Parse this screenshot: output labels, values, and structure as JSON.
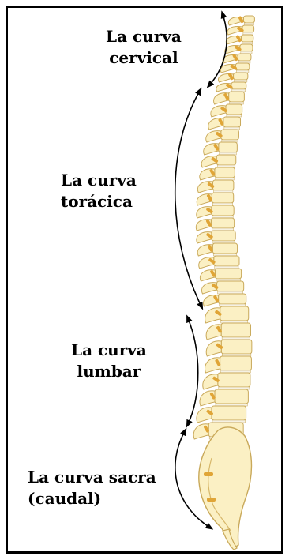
{
  "labels": {
    "cervical": {
      "line1": "La curva",
      "line2": "cervical"
    },
    "thoracic": {
      "line1": "La curva",
      "line2": "torácica"
    },
    "lumbar": {
      "line1": "La curva",
      "line2": "lumbar"
    },
    "sacral": {
      "line1": "La curva sacra",
      "line2": "(caudal)"
    }
  },
  "colors": {
    "frame": "#000000",
    "bone": "#fbf0c4",
    "bone_outline": "#c9a95a",
    "disc": "#f5f1e4",
    "process": "#e0a537",
    "arrow": "#000000"
  }
}
